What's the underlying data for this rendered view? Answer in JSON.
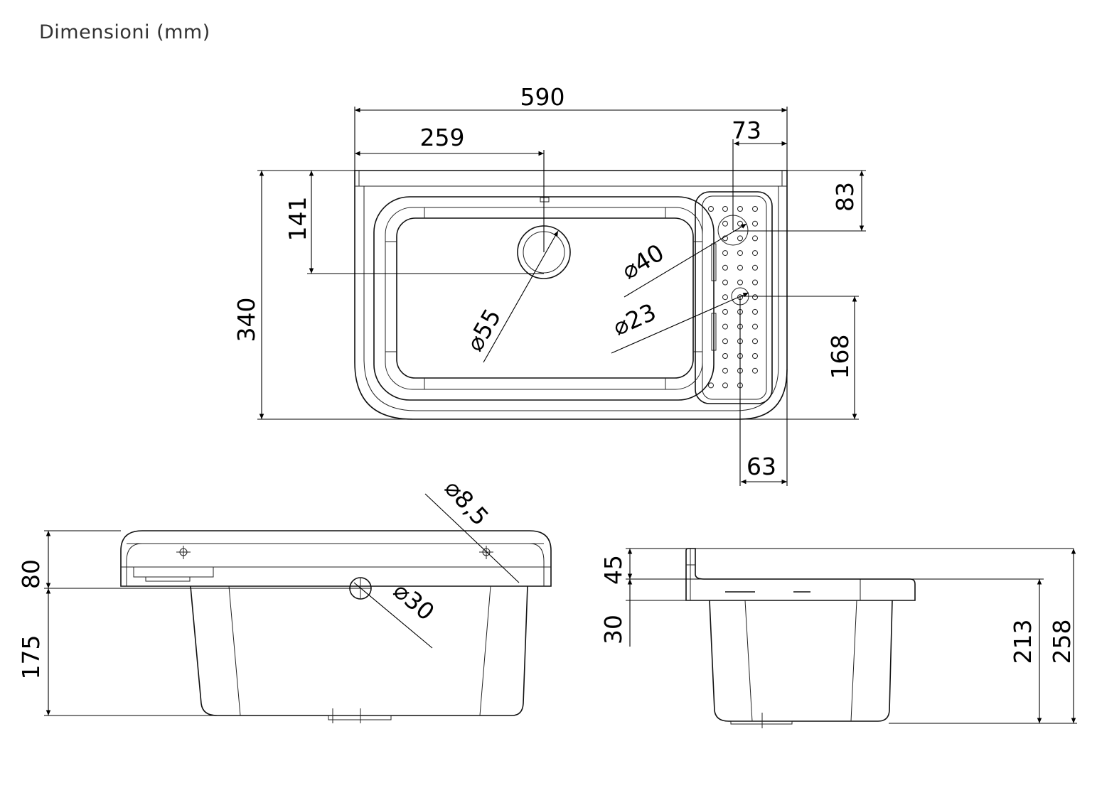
{
  "title": "Dimensioni (mm)",
  "top_view": {
    "width_total": "590",
    "drain_offset": "259",
    "board_hole_offset_x": "73",
    "depth_total": "340",
    "drain_offset_y": "141",
    "board_hole_offset_y": "83",
    "board_hole2_offset_y": "168",
    "board_hole2_offset_x": "63",
    "drain_diameter": "⌀55",
    "hole_large_diameter": "⌀40",
    "hole_small_diameter": "⌀23"
  },
  "front_view": {
    "rim_height": "80",
    "bowl_height": "175",
    "fixing_hole_diameter": "⌀8,5",
    "overflow_diameter": "⌀30"
  },
  "side_view": {
    "upstand_height": "45",
    "rim_height": "30",
    "bowl_height": "213",
    "total_height": "258"
  }
}
